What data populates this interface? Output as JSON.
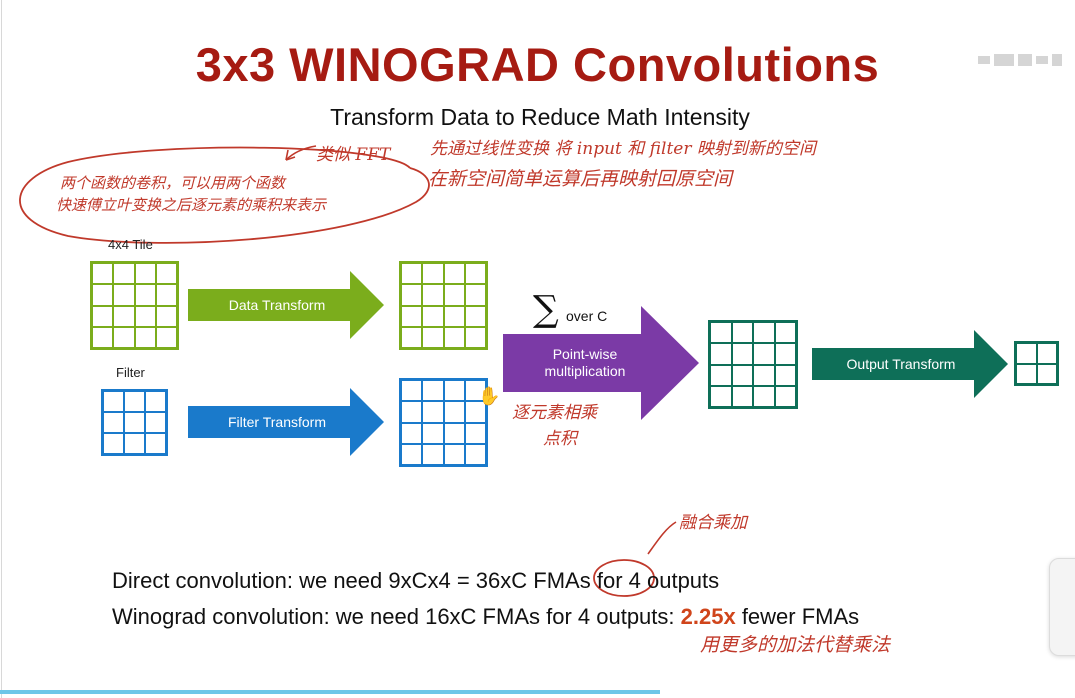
{
  "slide": {
    "title": "3x3 WINOGRAD Convolutions",
    "subtitle": "Transform Data to Reduce Math Intensity",
    "tile_label": "4x4 Tile",
    "filter_label": "Filter",
    "sigma_symbol": "∑",
    "over_c": "over C",
    "arrows": {
      "data": "Data Transform",
      "filter": "Filter Transform",
      "pointwise_line1": "Point-wise",
      "pointwise_line2": "multiplication",
      "output": "Output Transform"
    },
    "lines": {
      "direct_pre": "Direct convolution: we need 9xCx4 = 36xC ",
      "direct_fma": "FMAs",
      "direct_post": " for 4 outputs",
      "winograd_pre": "Winograd convolution: we need 16xC FMAs for 4 outputs: ",
      "winograd_factor": "2.25x",
      "winograd_post": " fewer FMAs"
    },
    "colors": {
      "title": "#a61b12",
      "green": "#7bad1c",
      "blue": "#1a7acb",
      "purple": "#7b3aa6",
      "teal": "#0e6f58",
      "highlight": "#d0451b",
      "ink": "#c0392b"
    }
  },
  "annotations": {
    "fft": "类似 FFT",
    "circle_line1": "两个函数的卷积，可以用两个函数",
    "circle_line2": "快速傅立叶变换之后逐元素的乘积来表示",
    "top_right_line1": "先通过线性变换 将 input 和 filter 映射到新的空间",
    "top_right_line2": "在新空间简单运算后再映射回原空间",
    "elementwise_line1": "逐元素相乘",
    "elementwise_line2": "点积",
    "fma_note": "融合乘加",
    "bottom_note": "用更多的加法代替乘法"
  }
}
